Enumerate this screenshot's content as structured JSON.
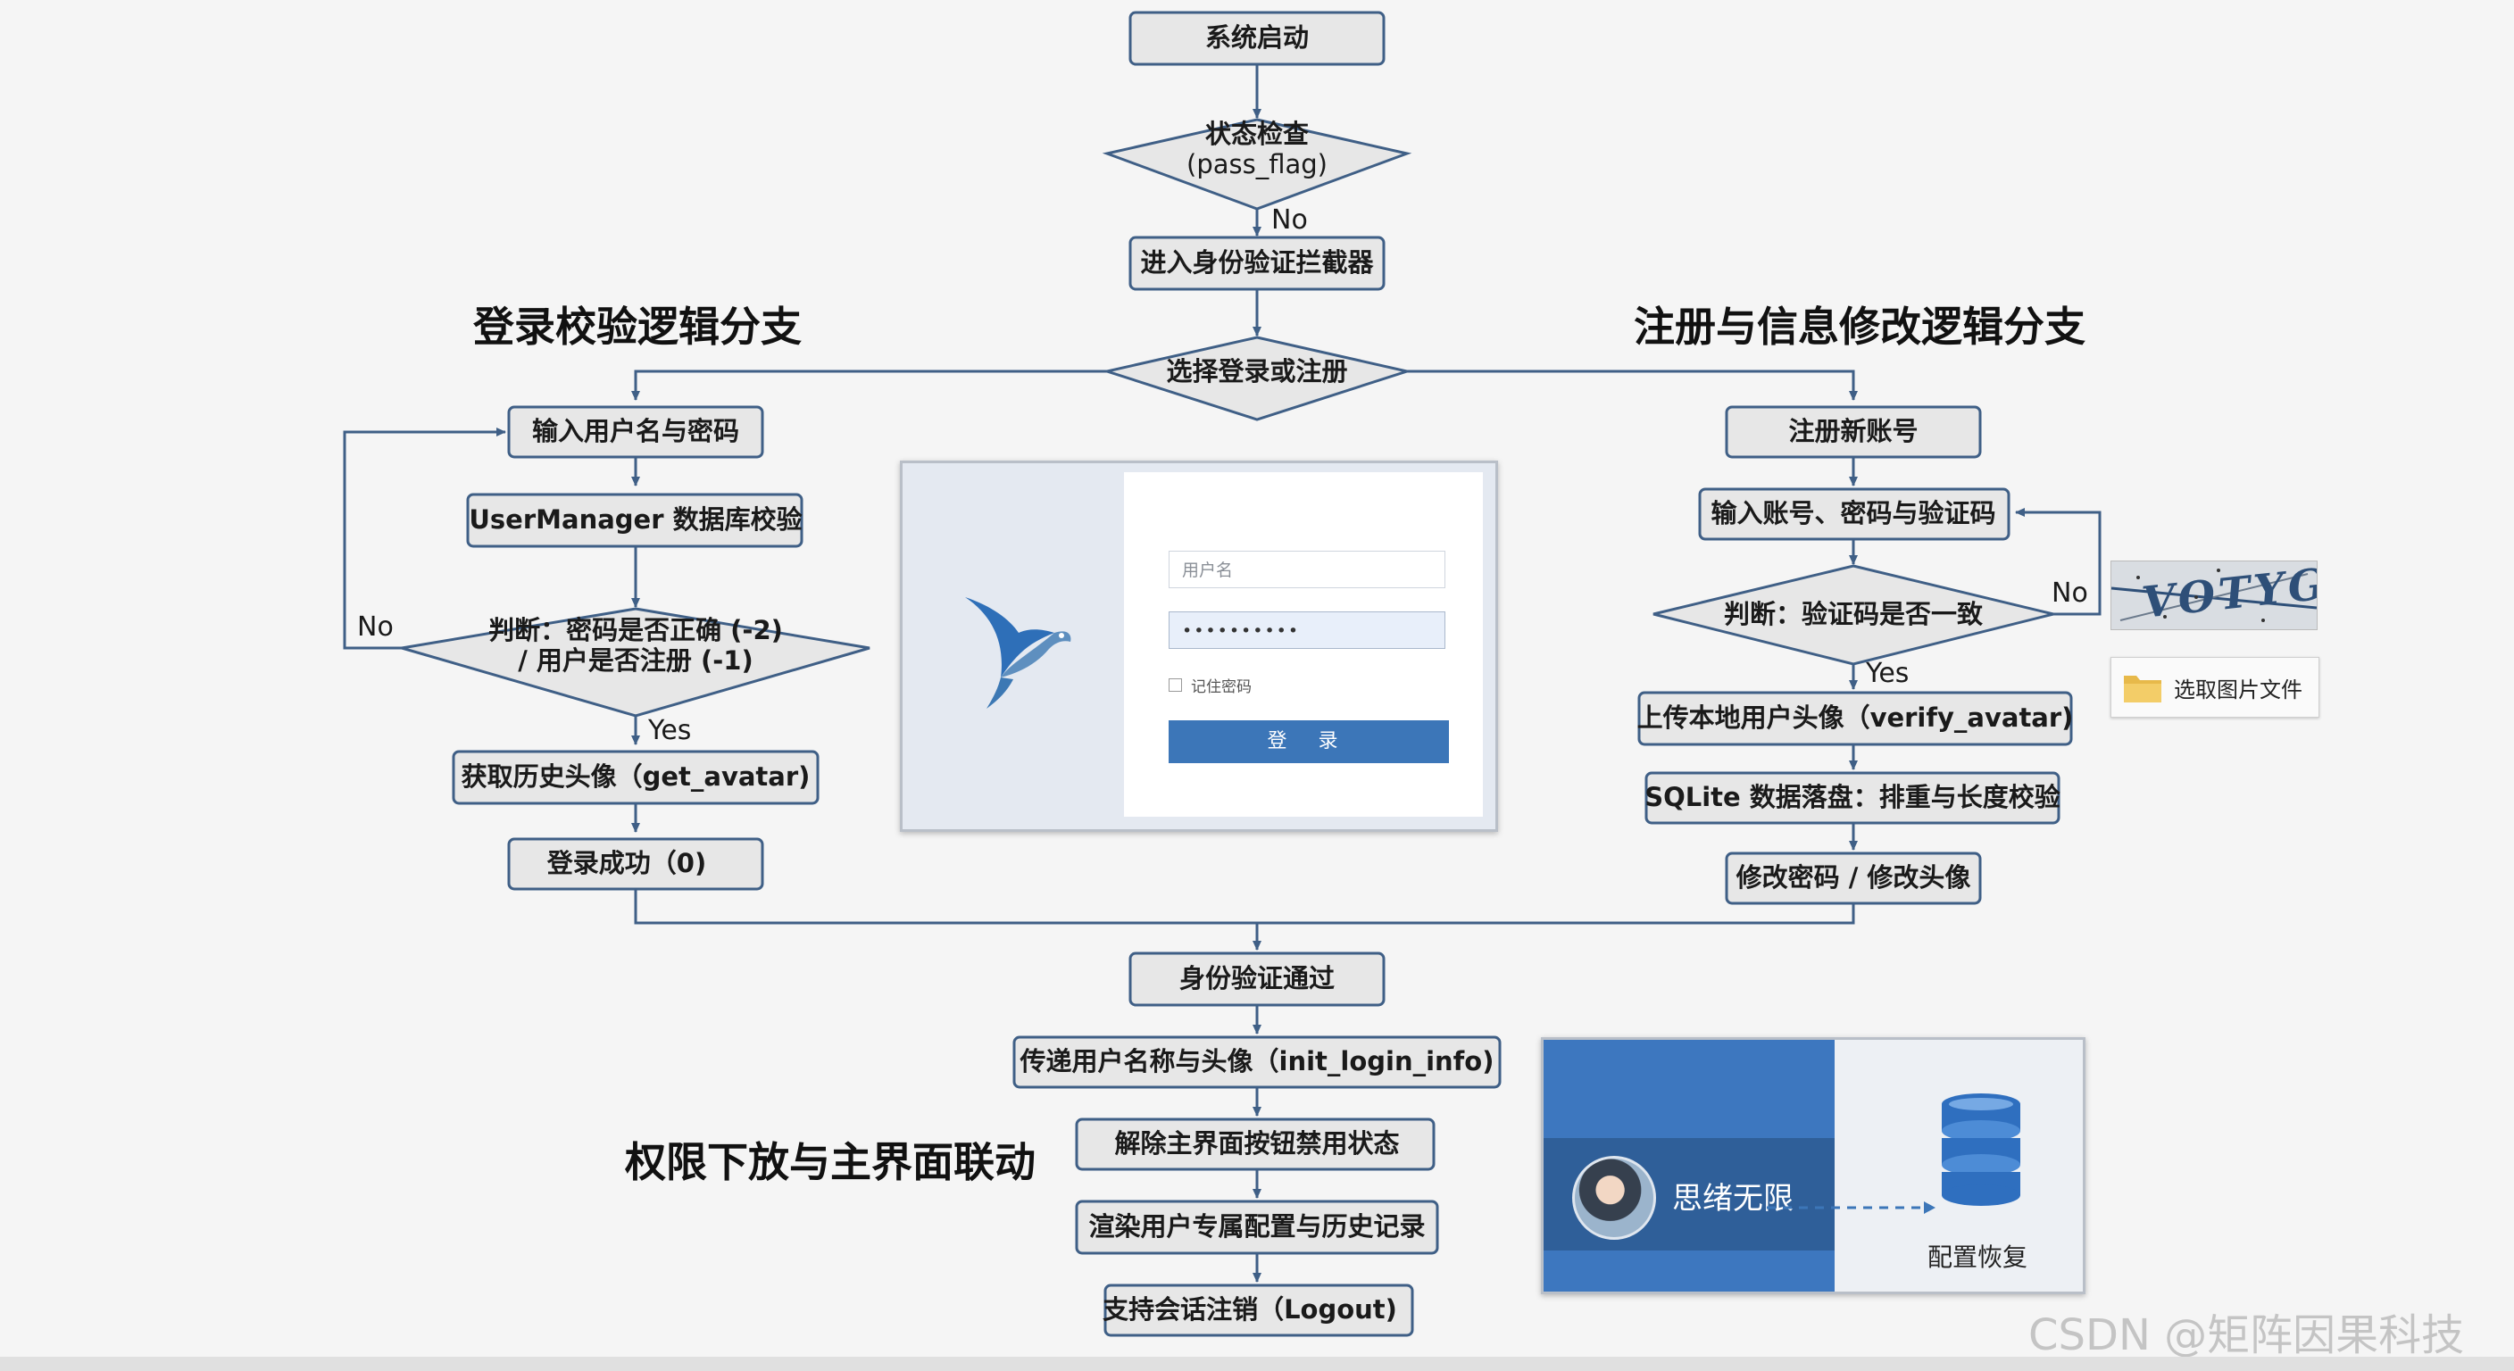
{
  "headings": {
    "login_branch": "登录校验逻辑分支",
    "register_branch": "注册与信息修改逻辑分支",
    "permission": "权限下放与主界面联动"
  },
  "nodes": {
    "system_start": "系统启动",
    "status_check_1": "状态检查",
    "status_check_2": "(pass_flag)",
    "interceptor": "进入身份验证拦截器",
    "choose": "选择登录或注册",
    "input_user_pwd": "输入用户名与密码",
    "db_check": "UserManager 数据库校验",
    "judge_pwd_1": "判断：密码是否正确 (-2)",
    "judge_pwd_2": "/ 用户是否注册 (-1)",
    "get_avatar": "获取历史头像（get_avatar)",
    "login_success": "登录成功（0)",
    "register_new": "注册新账号",
    "input_account": "输入账号、密码与验证码",
    "judge_captcha": "判断：验证码是否一致",
    "upload_avatar": "上传本地用户头像（verify_avatar)",
    "sqlite_save": "SQLite 数据落盘：排重与长度校验",
    "modify": "修改密码 / 修改头像",
    "auth_pass": "身份验证通过",
    "pass_info": "传递用户名称与头像（init_login_info)",
    "unlock_buttons": "解除主界面按钮禁用状态",
    "render_config": "渲染用户专属配置与历史记录",
    "logout": "支持会话注销（Logout)"
  },
  "edge_labels": {
    "status_no": "No",
    "login_no": "No",
    "login_yes": "Yes",
    "captcha_no": "No",
    "captcha_yes": "Yes"
  },
  "login_mockup": {
    "username_placeholder": "用户名",
    "password_value": "••••••••••",
    "remember": "记住密码",
    "login_button": "登 录"
  },
  "captcha": {
    "text": "VOTYG",
    "file_button": "选取图片文件"
  },
  "profile_mockup": {
    "user_name": "思绪无限",
    "restore_label": "配置恢复"
  },
  "watermark": "CSDN @矩阵因果科技",
  "colors": {
    "node_fill": "#e7e7e7",
    "node_stroke": "#3f5f86",
    "edge": "#3f5f86",
    "accent_blue": "#3c76b8"
  }
}
